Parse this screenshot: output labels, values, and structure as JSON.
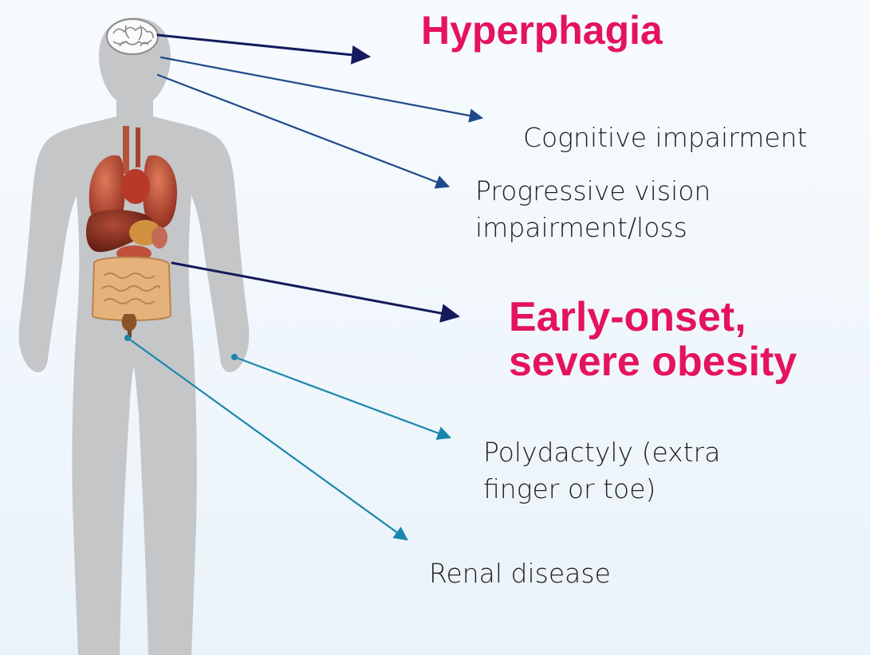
{
  "labels": {
    "hyperphagia": "Hyperphagia",
    "cognitive": "Cognitive impairment",
    "vision_line1": "Progressive vision",
    "vision_line2": "impairment/loss",
    "obesity_line1": "Early-onset,",
    "obesity_line2": "severe obesity",
    "polydactyly_line1": "Polydactyly (extra",
    "polydactyly_line2": "finger or toe)",
    "renal": "Renal disease"
  },
  "colors": {
    "highlight": "#e5135e",
    "text": "#1f1f1f",
    "silhouette": "#c4c6c8",
    "arrow_navy": "#141a5c",
    "arrow_blue": "#1f4a8a",
    "arrow_teal": "#1a86ad"
  },
  "icons": {
    "head_organ": "brain-icon",
    "torso_organs": "internal-organs-icon"
  }
}
